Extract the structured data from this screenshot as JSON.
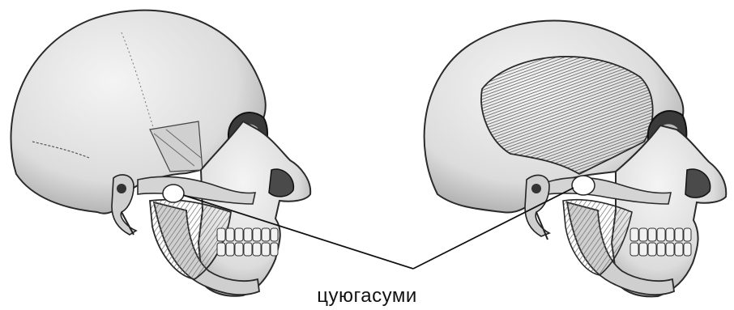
{
  "figure": {
    "caption": "цуюгасуми"
  },
  "colors": {
    "bone": "#e6e6e6",
    "bone_shadow": "#b9b9b9",
    "muscle": "#8a8a8a",
    "outline": "#2a2a2a",
    "marker": "#ffffff",
    "leader_line": "#111111"
  },
  "skulls": [
    {
      "id": "left",
      "style": "superficial-view"
    },
    {
      "id": "right",
      "style": "temporalis-muscle-view"
    }
  ]
}
